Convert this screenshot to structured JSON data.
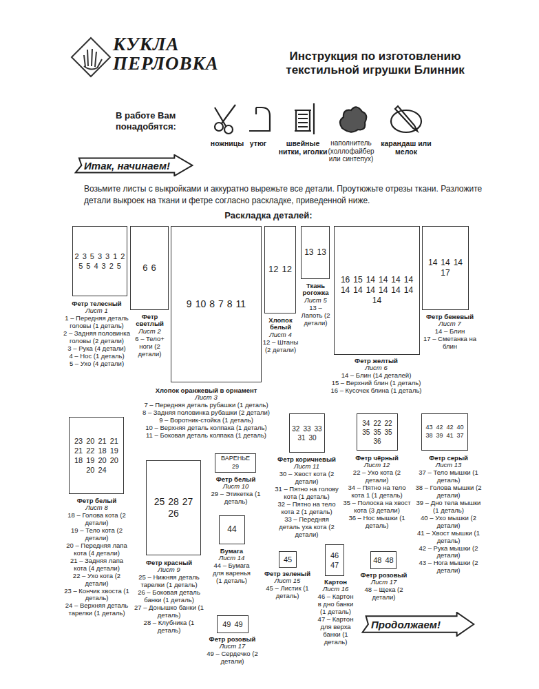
{
  "diagram": {
    "title": "Инструкция по изготовлению текстильной игрушки Блинник",
    "nodes": [
      {
        "text": [
          "Итак, начинаем!"
        ]
      },
      {
        "text": [
          "Фетр телесный",
          "Лист 1",
          "1 – Передняя деталь головы (1 деталь)",
          "2 – Задняя половинка головы (2 детали)",
          "3 – Рука (4 детали)",
          "4 – Нос (1 деталь)",
          "5 – Ухо (4 детали)",
          "2",
          "3",
          "5",
          "3",
          "3",
          "1",
          "2",
          "5",
          "5",
          "4",
          "3",
          "2",
          "5"
        ]
      },
      {
        "text": [
          "Фетр светлый",
          "Лист 2",
          "6 – Тело+ ноги (2 детали)",
          "6",
          "6"
        ]
      },
      {
        "text": [
          "Хлопок оранжевый в орнамент",
          "Лист 3",
          "7 – Передняя деталь рубашки (1 деталь)",
          "8 – Задняя половинка рубашки (2 детали)",
          "9 – Воротник-стойка (1 деталь)",
          "10 – Верхняя деталь колпака (1 деталь)",
          "11 – Боковая деталь колпака (1 деталь)",
          "9",
          "10",
          "8",
          "7",
          "8",
          "11"
        ]
      },
      {
        "text": [
          "Хлопок белый",
          "Лист 4",
          "12 – Штаны (2 детали)",
          "12",
          "12"
        ]
      },
      {
        "text": [
          "Ткань рогожка",
          "Лист 5",
          "13 – Лапоть (2 детали)",
          "13",
          "13"
        ]
      },
      {
        "text": [
          "Фетр желтый",
          "Лист 6",
          "14 – Блин (14 деталей)",
          "15 – Верхний блин (1 деталь)",
          "16 – Кусочек блина (1 деталь)",
          "16",
          "15",
          "14",
          "14",
          "14",
          "14",
          "14",
          "14",
          "14",
          "14",
          "14",
          "14",
          "14"
        ]
      },
      {
        "text": [
          "Фетр бежевый",
          "Лист 7",
          "14 – Блин",
          "17 – Сметанка на блин",
          "14",
          "14",
          "14",
          "17"
        ]
      },
      {
        "text": [
          "Фетр белый",
          "Лист 8",
          "18 – Голова кота (2 детали)",
          "19 – Тело кота (2 детали)",
          "20 – Передняя лапа кота (4 детали)",
          "21 – Задняя лапа кота (4 детали)",
          "22 – Ухо кота (2 детали)",
          "23 – Кончик хвоста (1 деталь)",
          "24 – Верхняя деталь тарелки (1 деталь)",
          "23",
          "20",
          "21",
          "21",
          "21",
          "22",
          "18",
          "19",
          "18",
          "19",
          "20",
          "20",
          "20",
          "24"
        ]
      },
      {
        "text": [
          "Фетр красный",
          "Лист 9",
          "25 – Нижняя деталь тарелки (1 деталь)",
          "26 – Боковая деталь банки (1 деталь)",
          "27 – Донышко банки (1 деталь)",
          "28 – Клубника (1 деталь)",
          "25",
          "28",
          "27",
          "26"
        ]
      },
      {
        "text": [
          "Фетр белый",
          "Лист 10",
          "29 – Этикетка (1 деталь)",
          "ВАРЕНЬЕ",
          "29"
        ]
      },
      {
        "text": [
          "Бумага",
          "Лист 14",
          "44 – Бумага для варенья (1 деталь)",
          "44"
        ]
      },
      {
        "text": [
          "Фетр коричневый",
          "Лист 11",
          "30 – Хвост кота (2 детали)",
          "31 – Пятно на голову кота (1 деталь)",
          "32 – Пятно на тело кота 2 (1 деталь)",
          "33 – Передняя деталь уха кота (2 детали)",
          "32",
          "33",
          "33",
          "31",
          "30"
        ]
      },
      {
        "text": [
          "Фетр чёрный",
          "Лист 12",
          "22 – Ухо кота (2 детали)",
          "34 – Пятно на тело кота 1 (1 деталь)",
          "35 – Полоска на хвост кота (3 детали)",
          "36 – Нос мышки (1 деталь)",
          "34",
          "22",
          "22",
          "35",
          "35",
          "35",
          "36"
        ]
      },
      {
        "text": [
          "Фетр серый",
          "Лист 13",
          "37 – Тело мышки (1 деталь)",
          "38 – Голова мышки (2 детали)",
          "39 – Дно тела мышки (1 деталь)",
          "40 – Ухо мышки (2 детали)",
          "41 – Хвост мышки (1 деталь)",
          "42 – Рука мышки (2 детали)",
          "43 – Нога мышки (2 детали)",
          "43",
          "42",
          "42",
          "40",
          "38",
          "39",
          "41",
          "37"
        ]
      },
      {
        "text": [
          "Фетр зеленый",
          "Лист 15",
          "45 – Листик (1 деталь)",
          "45"
        ]
      },
      {
        "text": [
          "Картон",
          "Лист 16",
          "46 – Картон в дно банки (1 деталь)",
          "47 – Картон для верха банки (1 деталь)",
          "46",
          "47"
        ]
      },
      {
        "text": [
          "Фетр розовый",
          "Лист 17",
          "48 – Щека (2 детали)",
          "48",
          "48"
        ]
      },
      {
        "text": [
          "Фетр розовый",
          "Лист 17",
          "49 – Сердечко (2 детали)",
          "49",
          "49"
        ]
      },
      {
        "text": [
          "Продолжаем!"
        ]
      }
    ],
    "labels": [
      "КУКЛА ПЕРЛОВКА",
      "В работе Вам понадобятся:",
      "ножницы",
      "утюг",
      "швейные нитки, иголки",
      "наполнитель (холлофайбер или синтепух)",
      "карандаш или мелок",
      "Возьмите листы с выкройками и аккуратно вырежьте все детали. Проутюжьте отрезы ткани. Разложите детали выкроек на ткани и фетре согласно раскладке, приведенной ниже.",
      "Раскладка деталей:"
    ]
  }
}
